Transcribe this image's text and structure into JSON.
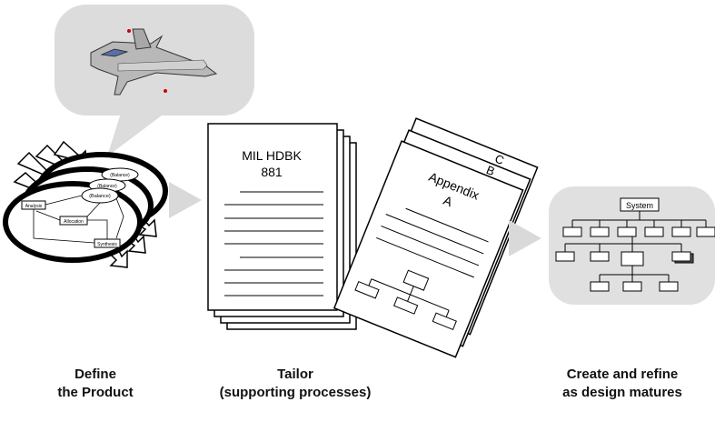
{
  "product_labels": {
    "bubble1": "(Balance)",
    "bubble2": "(Balance)",
    "balance": "(Balance)",
    "analysis": "Analysis",
    "allocation": "Allocation",
    "synthesis": "Synthesis"
  },
  "handbook": {
    "title_line1": "MIL HDBK",
    "title_line2": "881"
  },
  "appendix": {
    "page_c": "C",
    "page_b": "B",
    "title_line1": "Appendix",
    "title_line2": "A"
  },
  "wbs": {
    "root_label": "System"
  },
  "captions": [
    {
      "line1": "Define",
      "line2": "the Product"
    },
    {
      "line1": "Tailor",
      "line2": "(supporting processes)"
    },
    {
      "line1": "Create and refine",
      "line2": "as design matures"
    }
  ],
  "colors": {
    "bubble_fill": "#dcdcdc",
    "arrow_fill": "#d9d9d9",
    "wbs_panel": "#e0e0e0"
  }
}
